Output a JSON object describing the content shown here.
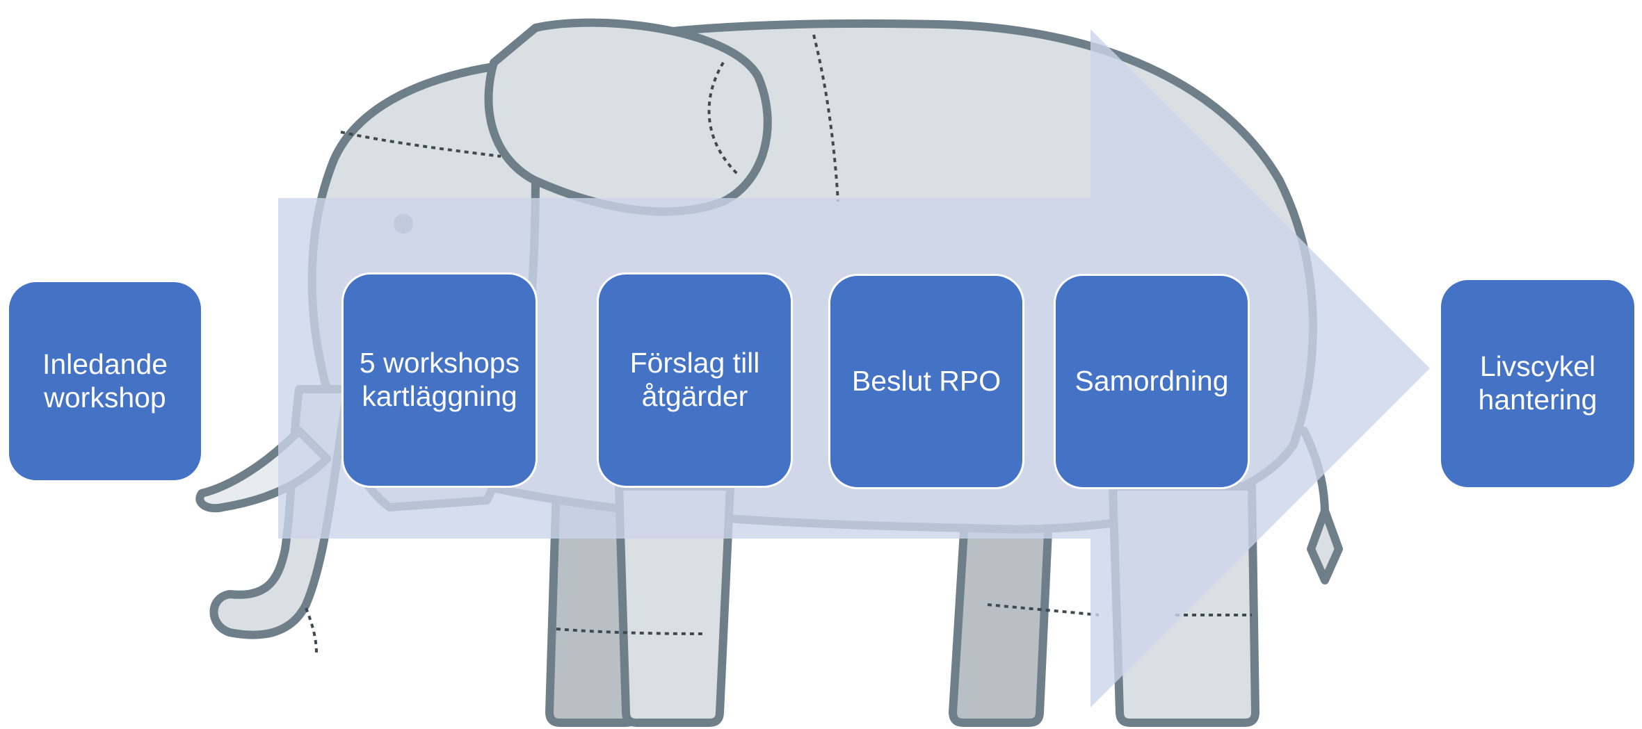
{
  "diagram": {
    "background_illustration": "elephant",
    "arrow_color": "#ccd4ea",
    "box_color": "#4472c4",
    "text_color": "#ffffff"
  },
  "steps": [
    {
      "line1": "Inledande",
      "line2": "workshop"
    },
    {
      "line1": "5 workshops",
      "line2": "kartläggning"
    },
    {
      "line1": "Förslag till",
      "line2": "åtgärder"
    },
    {
      "line1": "Beslut RPO",
      "line2": ""
    },
    {
      "line1": "Samordning",
      "line2": ""
    },
    {
      "line1": "Livscykel",
      "line2": "hantering"
    }
  ]
}
